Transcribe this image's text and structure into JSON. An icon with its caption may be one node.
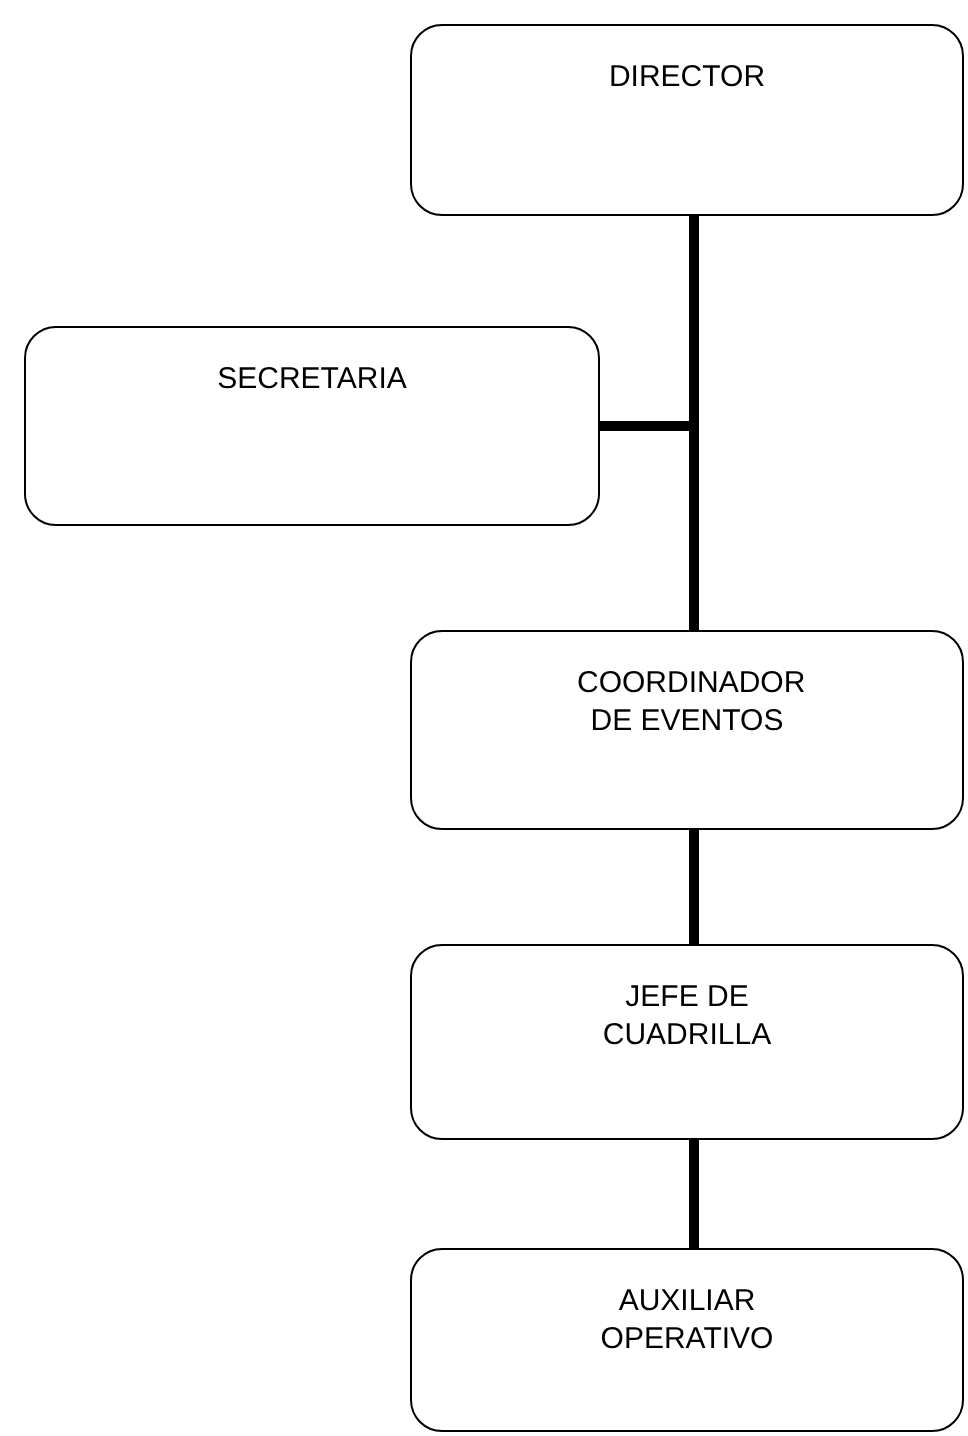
{
  "diagram": {
    "nodes": [
      {
        "text": [
          "DIRECTOR"
        ]
      },
      {
        "text": [
          "SECRETARIA"
        ]
      },
      {
        "text": [
          "COORDINADOR DE EVENTOS"
        ]
      },
      {
        "text": [
          "JEFE DE CUADRILLA"
        ]
      },
      {
        "text": [
          "AUXILIAR OPERATIVO"
        ]
      }
    ],
    "edges": [
      {
        "from": 0,
        "to": 1,
        "arrow": "none"
      },
      {
        "from": 0,
        "to": 2,
        "arrow": "none"
      },
      {
        "from": 2,
        "to": 3,
        "arrow": "none"
      },
      {
        "from": 3,
        "to": 4,
        "arrow": "none"
      }
    ]
  }
}
